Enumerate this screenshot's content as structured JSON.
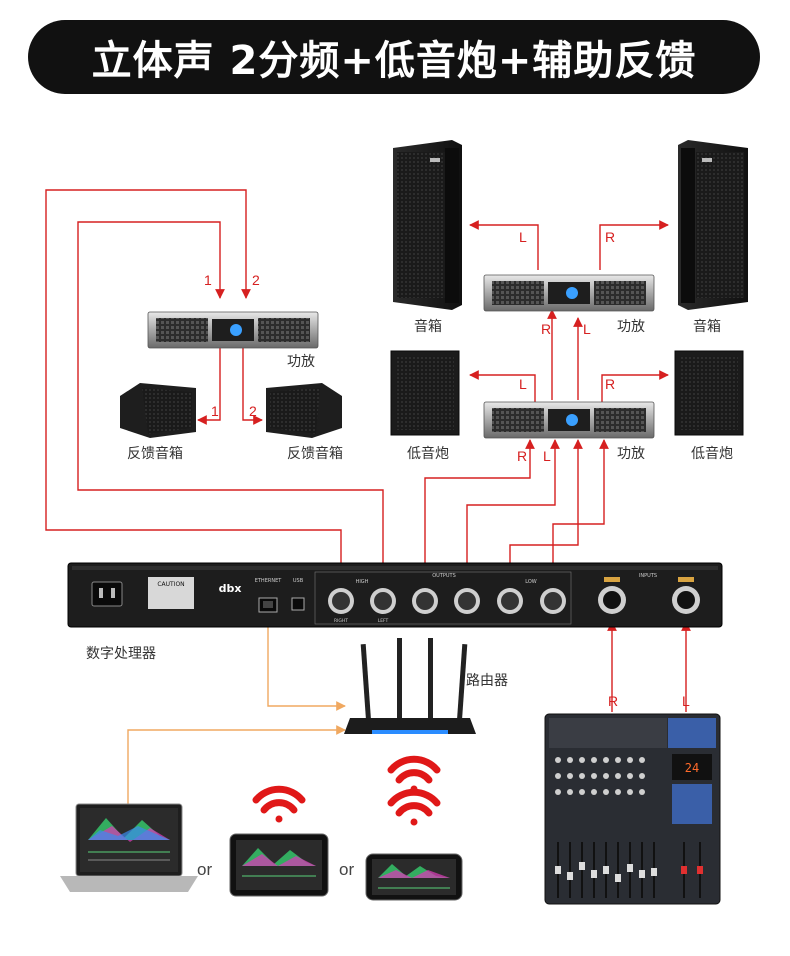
{
  "title": "立体声 2分频+低音炮+辅助反馈",
  "labels": {
    "speaker_left": "音箱",
    "speaker_right": "音箱",
    "amp_main": "功放",
    "subwoofer_left": "低音炮",
    "subwoofer_right": "低音炮",
    "amp_sub": "功放",
    "amp_monitor": "功放",
    "monitor_left": "反馈音箱",
    "monitor_right": "反馈音箱",
    "processor": "数字处理器",
    "router": "路由器",
    "or_1": "or",
    "or_2": "or"
  },
  "wire_labels": {
    "main_l": "L",
    "main_r": "R",
    "main_in_r": "R",
    "main_in_l": "L",
    "sub_l": "L",
    "sub_r": "R",
    "sub_in_r": "R",
    "sub_in_l": "L",
    "mon_in_1": "1",
    "mon_in_2": "2",
    "mon_out_1": "1",
    "mon_out_2": "2",
    "mixer_r": "R",
    "mixer_l": "L"
  },
  "device_text": {
    "brand": "dbx",
    "caution": "CAUTION",
    "ethernet": "ETHERNET",
    "usb": "USB",
    "outputs": "OUTPUTS",
    "inputs": "INPUTS",
    "high": "HIGH",
    "low": "LOW",
    "right": "RIGHT",
    "left": "LEFT",
    "mixer_display": "24"
  },
  "colors": {
    "wire_red": "#d62020",
    "wire_orange": "#f0a860",
    "banner_bg": "#111111",
    "wifi_red": "#e01818",
    "router_glow": "#2a8cff"
  }
}
